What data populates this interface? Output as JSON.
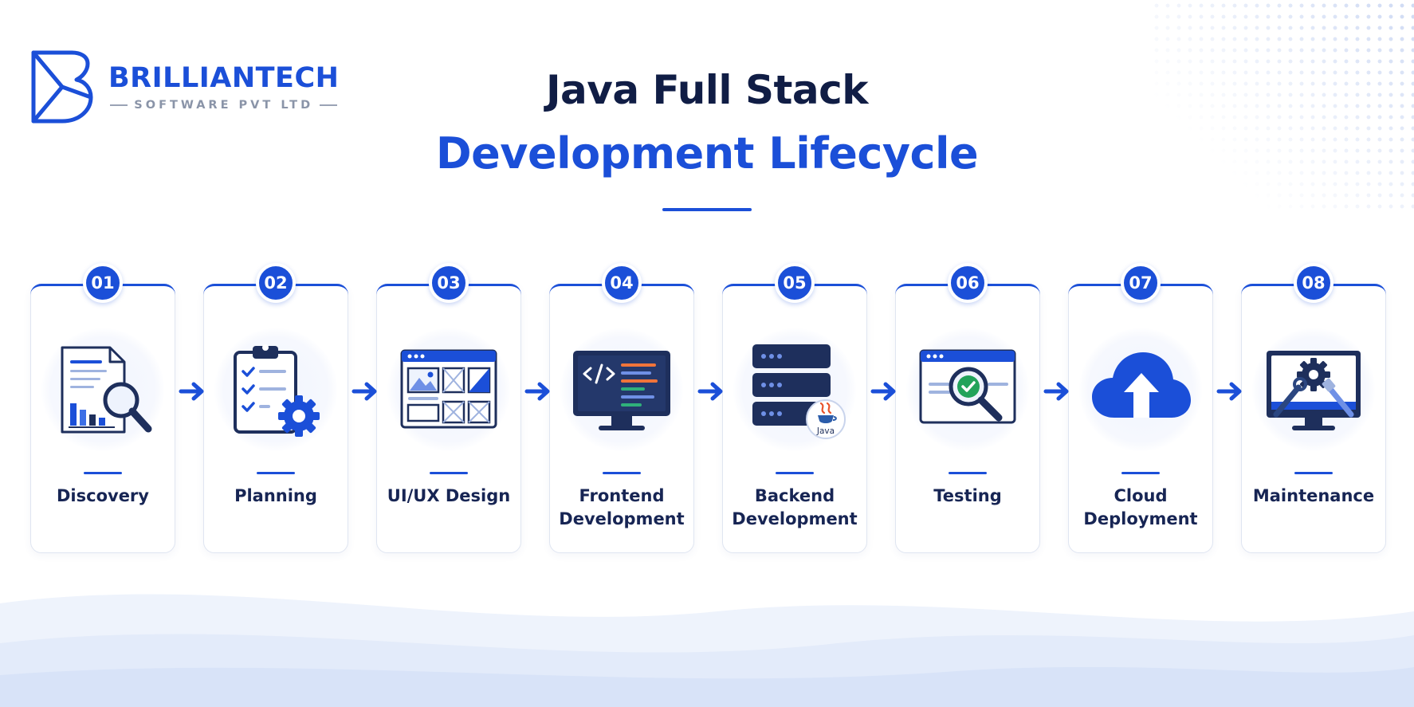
{
  "brand": {
    "name": "BRILLIANTECH",
    "subtitle": "SOFTWARE PVT LTD",
    "color": "#1b4fd8"
  },
  "title": {
    "line1": "Java Full Stack",
    "line2": "Development Lifecycle"
  },
  "colors": {
    "accent": "#1b4fd8",
    "navy": "#1e2f5c",
    "text": "#172554",
    "success": "#22a35a"
  },
  "steps": [
    {
      "number": "01",
      "label": "Discovery",
      "icon": "document-search-icon"
    },
    {
      "number": "02",
      "label": "Planning",
      "icon": "clipboard-gear-icon"
    },
    {
      "number": "03",
      "label": "UI/UX Design",
      "icon": "wireframe-icon"
    },
    {
      "number": "04",
      "label": "Frontend Development",
      "icon": "code-monitor-icon"
    },
    {
      "number": "05",
      "label": "Backend Development",
      "icon": "server-java-icon",
      "badge_text": "Java"
    },
    {
      "number": "06",
      "label": "Testing",
      "icon": "browser-check-icon"
    },
    {
      "number": "07",
      "label": "Cloud Deployment",
      "icon": "cloud-upload-icon"
    },
    {
      "number": "08",
      "label": "Maintenance",
      "icon": "monitor-gear-tools-icon"
    }
  ]
}
